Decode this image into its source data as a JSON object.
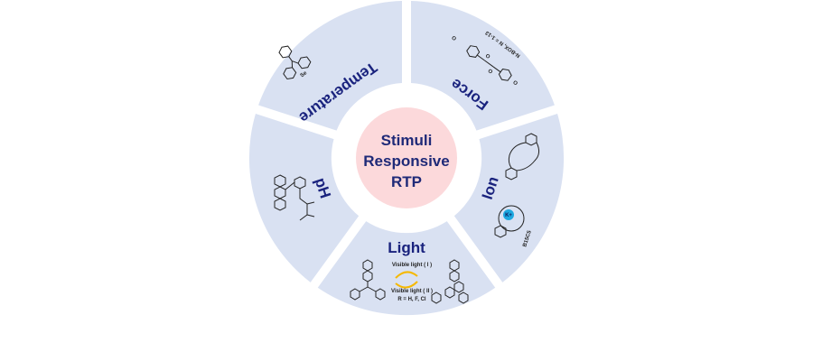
{
  "center": {
    "lines": [
      "Stimuli",
      "Responsive",
      "RTP"
    ],
    "fill_color": "#fcd9db",
    "text_color": "#1f2a78"
  },
  "segment_color": "#d9e1f2",
  "label_color": "#1a237e",
  "segments": [
    {
      "id": "force",
      "label": "Force",
      "annotation": "N-BOX, N = 1-13",
      "structure": "benzil-with-alkoxy-chains-icon"
    },
    {
      "id": "ion",
      "label": "Ion",
      "annotation": "B15C5",
      "ion_badge": "K+",
      "ion_badge_color": "#1ca8e0",
      "structure": "crown-ether-icon"
    },
    {
      "id": "light",
      "label": "Light",
      "annotation_top": "Visible light ( I )",
      "annotation_bottom": "Visible light ( II )",
      "substituents": "R = H, F, Cl",
      "structure": "photocyclization-scheme-icon"
    },
    {
      "id": "ph",
      "label": "pH",
      "structure": "fluorescein-polymer-icon"
    },
    {
      "id": "temperature",
      "label": "Temperature",
      "structure": "phenothiazine-derivative-icon"
    }
  ]
}
